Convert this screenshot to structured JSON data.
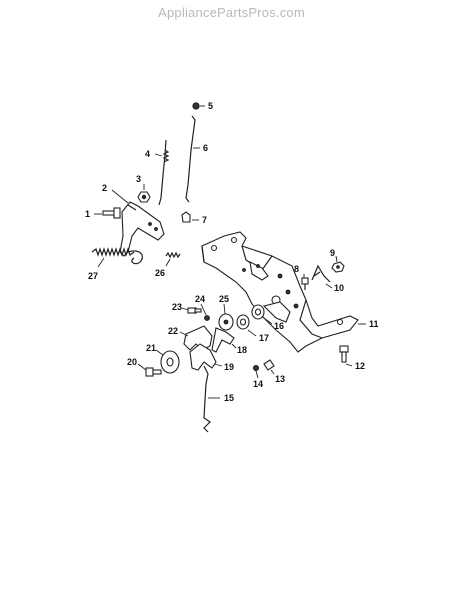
{
  "watermark": "AppliancePartsPros.com",
  "callouts": [
    "1",
    "2",
    "3",
    "4",
    "5",
    "6",
    "7",
    "8",
    "9",
    "10",
    "11",
    "12",
    "13",
    "14",
    "15",
    "16",
    "17",
    "18",
    "19",
    "20",
    "21",
    "22",
    "23",
    "24",
    "25",
    "26",
    "27"
  ]
}
